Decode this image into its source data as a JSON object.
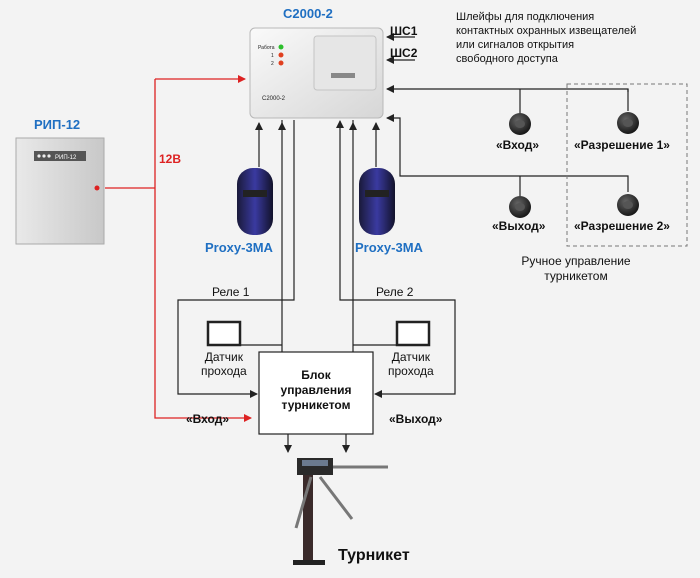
{
  "c2000": {
    "title": "С2000-2",
    "model_label": "С2000-2",
    "led_labels": [
      "Работа",
      "1",
      "2"
    ]
  },
  "loops": {
    "shs1": "ШС1",
    "shs2": "ШС2",
    "note": [
      "Шлейфы для подключения",
      "контактных охранных извещателей",
      "или сигналов открытия",
      "свободного доступа"
    ]
  },
  "psu": {
    "title": "РИП-12",
    "panel_label": "РИП-12",
    "voltage": "12В"
  },
  "readers": {
    "left": "Proxy-3MA",
    "right": "Proxy-3MA"
  },
  "buttons": {
    "entry": "«Вход»",
    "exit": "«Выход»",
    "perm1": "«Разрешение 1»",
    "perm2": "«Разрешение 2»"
  },
  "manual": [
    "Ручное управление",
    "турникетом"
  ],
  "relays": {
    "r1": "Реле 1",
    "r2": "Реле 2"
  },
  "sensors": {
    "left": [
      "Датчик",
      "прохода"
    ],
    "right": [
      "Датчик",
      "прохода"
    ]
  },
  "control_block": [
    "Блок",
    "управления",
    "турникетом"
  ],
  "signals": {
    "entry": "«Вход»",
    "exit": "«Выход»"
  },
  "turnstile": "Турникет",
  "colors": {
    "title_blue": "#1f6fc2",
    "power_red": "#d22222",
    "line": "#222222",
    "dashed_frame": "#777777"
  }
}
